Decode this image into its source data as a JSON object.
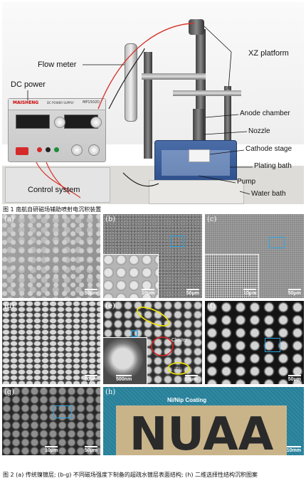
{
  "figure1": {
    "labels": {
      "flow_meter": "Flow meter",
      "dc_power": "DC power",
      "xz_platform": "XZ platform",
      "anode_chamber": "Anode chamber",
      "nozzle": "Nozzle",
      "cathode_stage": "Cathode stage",
      "plating_bath": "Plating bath",
      "pump": "Pump",
      "water_bath": "Water bath",
      "control_system": "Control system"
    },
    "psu": {
      "brand": "MAISHENG",
      "model": "DC POWER SUPPLY",
      "code": "MP1502D"
    },
    "caption": "图 1 南航自研磁场辅助喷射电沉积装置"
  },
  "figure2": {
    "panels": [
      {
        "id": "a",
        "label": "(a)",
        "scale": "50μm"
      },
      {
        "id": "b",
        "label": "(b)",
        "scale": "50μm",
        "inset_scale": "10μm"
      },
      {
        "id": "c",
        "label": "(c)",
        "scale": "50μm",
        "inset_scale": "10μm"
      },
      {
        "id": "d",
        "label": "(d)",
        "scale": "50μm"
      },
      {
        "id": "e",
        "label": "(e)",
        "scale": "50μm",
        "inset_scale": "500nm",
        "tags": [
          "Cluster",
          "Gap"
        ]
      },
      {
        "id": "f",
        "label": "(f)",
        "scale": "50μm"
      },
      {
        "id": "g",
        "label": "(g)",
        "scale": "50μm",
        "inset_scale": "10μm"
      },
      {
        "id": "h",
        "label": "(h)",
        "scale": "10mm",
        "coating": "Ni/Nip Coating",
        "letters": "NUAA"
      }
    ],
    "caption": "图 2 (a) 传统镍镀层; (b-g) 不同磁场强度下制备的超疏水镀层表面结构; (h) 二维选择性结构沉积图案"
  },
  "colors": {
    "blue_marker": "#29a3e0",
    "yellow_marker": "#f2e600",
    "red_marker": "#e02020",
    "lead_red": "#d6332a"
  }
}
